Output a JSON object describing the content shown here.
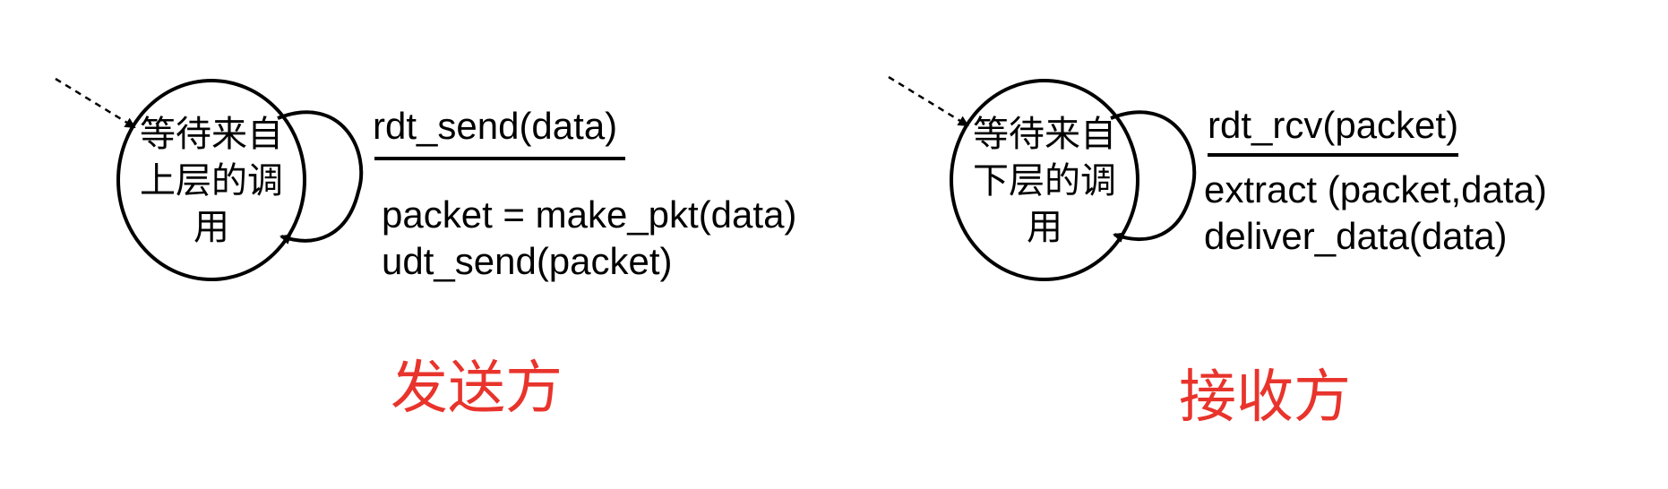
{
  "sender": {
    "state_lines": [
      "等待来自",
      "上层的调",
      "用"
    ],
    "event": "rdt_send(data)",
    "actions": [
      "packet = make_pkt(data)",
      "udt_send(packet)"
    ],
    "role": "发送方"
  },
  "receiver": {
    "state_lines": [
      "等待来自",
      "下层的调",
      "用"
    ],
    "event": "rdt_rcv(packet)",
    "actions": [
      "extract (packet,data)",
      "deliver_data(data)"
    ],
    "role": "接收方"
  },
  "colors": {
    "ink": "#000000",
    "role": "#e8342c"
  }
}
